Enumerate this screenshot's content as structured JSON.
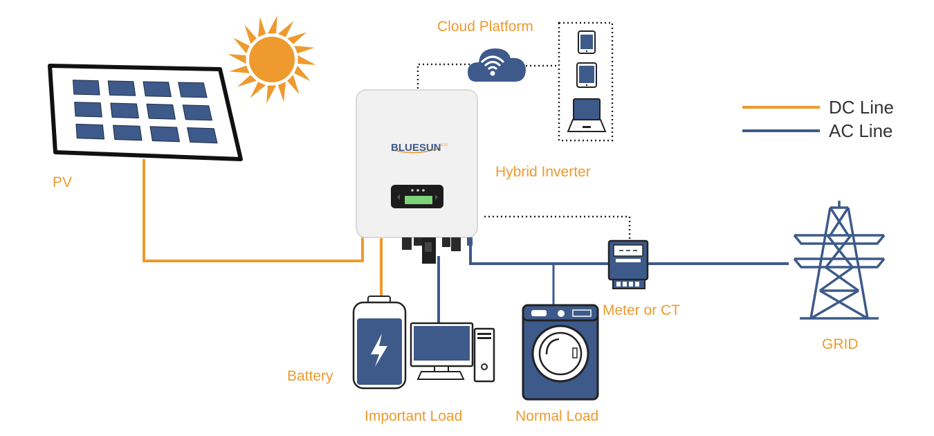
{
  "labels": {
    "pv": "PV",
    "cloud_platform": "Cloud Platform",
    "hybrid_inverter": "Hybrid Inverter",
    "battery": "Battery",
    "important_load": "Important Load",
    "normal_load": "Normal Load",
    "meter": "Meter or CT",
    "grid": "GRID"
  },
  "inverter": {
    "brand": "BLUESUN",
    "brand_sup": "ESS"
  },
  "legend": [
    {
      "label": "DC Line",
      "color": "#ee9a2e"
    },
    {
      "label": "AC Line",
      "color": "#3d5a8a"
    }
  ],
  "colors": {
    "dc_line": "#ee9a2e",
    "ac_line": "#3d5a8a",
    "label_text": "#ee9a2e",
    "panel_cell": "#3d5a8a",
    "sun": "#ee9a2e"
  },
  "icons": [
    "sun-icon",
    "solar-panel-icon",
    "cloud-wifi-icon",
    "phone-icon",
    "tablet-icon",
    "laptop-icon",
    "battery-icon",
    "computer-icon",
    "washing-machine-icon",
    "meter-icon",
    "transmission-tower-icon"
  ]
}
